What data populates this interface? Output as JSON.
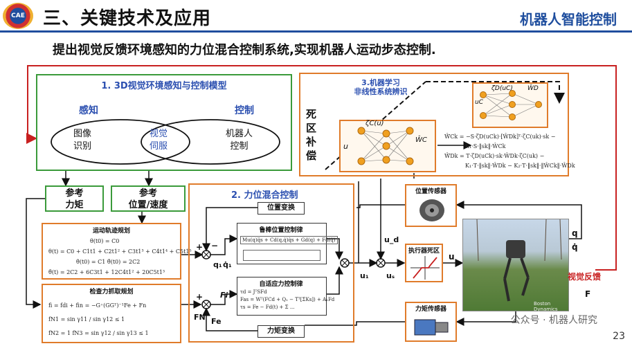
{
  "header": {
    "logo_text": "CAE",
    "title": "三、关键技术及应用",
    "right_title": "机器人智能控制",
    "subtitle": "提出视觉反馈环境感知的力位混合控制系统,实现机器人运动步态控制."
  },
  "box3d": {
    "title": "1. 3D视觉环境感知与控制模型",
    "perception": "感知",
    "control": "控制",
    "left_circle": [
      "图像",
      "识别"
    ],
    "middle": [
      "视觉",
      "伺服"
    ],
    "right_circle": [
      "机器人",
      "控制"
    ]
  },
  "ml_box": {
    "title": [
      "3.机器学习",
      "非线性系统辨识"
    ],
    "deadzone": [
      "死",
      "区",
      "补",
      "偿"
    ],
    "nn_input": "u",
    "nn_sym_left": "ζC(u)",
    "nn_out_left": "ŴC",
    "nn_sym_right": "ζD(uC)",
    "nn_in_right": "uC",
    "nn_out_right": "ŴD",
    "eqs": [
      "Ŵ̇Ck = −S·ζD(uCk)·[ŴDk]ᵀ·ζC(uk)·sk −",
      "K₁·S·‖sk‖·ŴCk",
      "Ŵ̇Dk = T·ζD(uCk)·sk·ŴDk·ζC(uk) −",
      "K₁·T·‖sk‖·ŴDk − K₂·T·‖sk‖·‖ŴCk‖·ŴDk"
    ]
  },
  "ref_force": [
    "参考",
    "力矩"
  ],
  "ref_pos": [
    "参考",
    "位置/速度"
  ],
  "traj": {
    "title": "运动轨迹规划",
    "eqs": [
      "θ(t0) = C0",
      "θ(t) = C0 + C1t1 + C2t1² + C3t1³ + C4t1⁴ + C5t1⁵",
      "θ̇(t0) = C1     θ̈(t0) = 2C2",
      "θ̈(t) = 2C2 + 6C3t1 + 12C4t1² + 20C5t1³"
    ]
  },
  "grasp": {
    "title": "检查力抓取规划",
    "eqs": [
      "fi = fdi + fin = −G⁺(GGᵀ)⁻¹Fe + Fn",
      "fN1 = sin γ11 / sin γ12 ≤ 1",
      "fN2 = 1   fN3 = sin γ12 / sin γ13 ≤ 1"
    ]
  },
  "force_box": {
    "title": "2. 力位混合控制",
    "pos_transform": "位置变换",
    "robust": "鲁棒位置控制律",
    "adaptive": "自适应力控制律",
    "torque_transform": "力矩变换",
    "robust_eq": "Mu(q)q̈s + Cd(q,q̇)q̇s + Gd(q) + Fd(q̇)",
    "adaptive_eqs": [
      "τd = JᵀSFd",
      "Fas = Wᵀ(FCd + Q₁ − Tᵀ[ΣKs]) + A₁Fd",
      "τs = Fe − Fd(t) + Σ ..."
    ]
  },
  "signals": {
    "q1": "q₁",
    "q1dot": "q̇₁",
    "fi": "Fi",
    "fn": "FN",
    "fe": "Fe",
    "u1": "u₁",
    "us": "uₛ",
    "ud": "u_d",
    "u": "u",
    "q": "q",
    "qdot": "q̇",
    "F": "F",
    "plus": "+",
    "minus": "−"
  },
  "right_side": {
    "pos_sensor": "位置传感器",
    "actuator": "执行器死区",
    "force_sensor": "力矩传感器",
    "visual_feedback": "视觉反馈",
    "photo_caption": "Boston Dynamics"
  },
  "footer": {
    "watermark": "公众号 · 机器人研究",
    "page": "23"
  }
}
